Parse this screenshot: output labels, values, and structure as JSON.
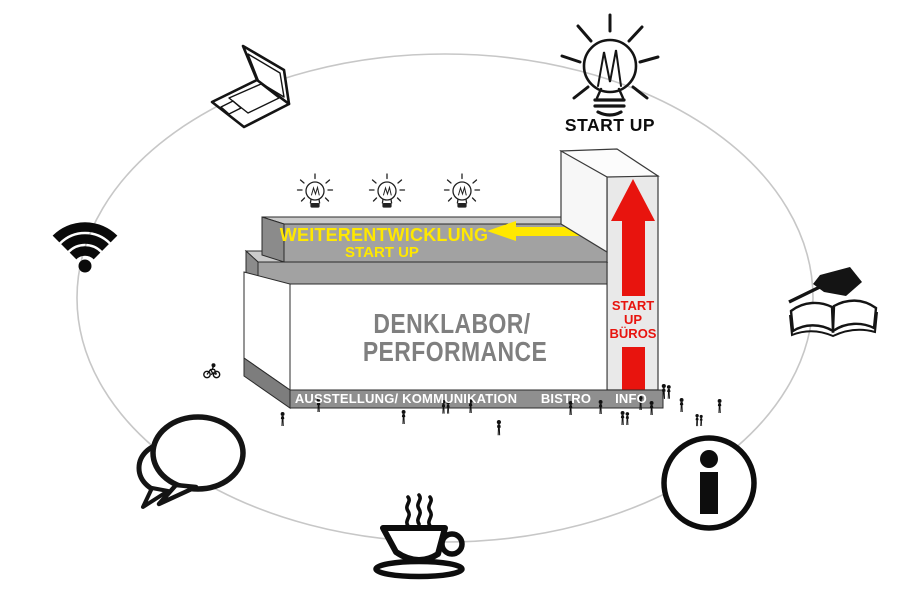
{
  "colors": {
    "red": "#e8140e",
    "yellow": "#ffe800",
    "slab_gray": "#a2a2a2",
    "slab_side_gray": "#8b8b8b",
    "slab_top_gray": "#cbcbcb",
    "base_gray": "#8f8f8f",
    "base_side_gray": "#7d7d7d",
    "tower_front": "#e9e9e9",
    "tower_side": "#f7f7f7",
    "tower_top": "#fcfcfc",
    "title_gray": "#7f7f7f",
    "ellipse_gray": "#c7c7c7",
    "ink": "#111111"
  },
  "building": {
    "roof_label_line1": "WEITERENTWICKLUNG",
    "roof_label_line2": "START UP",
    "main_label_line1": "DENKLABOR/",
    "main_label_line2": "PERFORMANCE",
    "base_label_left": "AUSSTELLUNG/ KOMMUNIKATION",
    "base_label_center": "BISTRO",
    "base_label_right": "INFO",
    "tower_label_line1": "START",
    "tower_label_line2": "UP",
    "tower_label_line3": "BÜROS"
  },
  "startup": {
    "label": "START UP"
  },
  "icons": [
    "laptop-icon",
    "lightbulb-icon",
    "wifi-icon",
    "writing-book-icon",
    "speech-bubbles-icon",
    "coffee-cup-icon",
    "info-icon",
    "idea-bulb-icons",
    "people-figures",
    "cyclist-icon",
    "yellow-arrow-left",
    "red-arrow-up"
  ]
}
